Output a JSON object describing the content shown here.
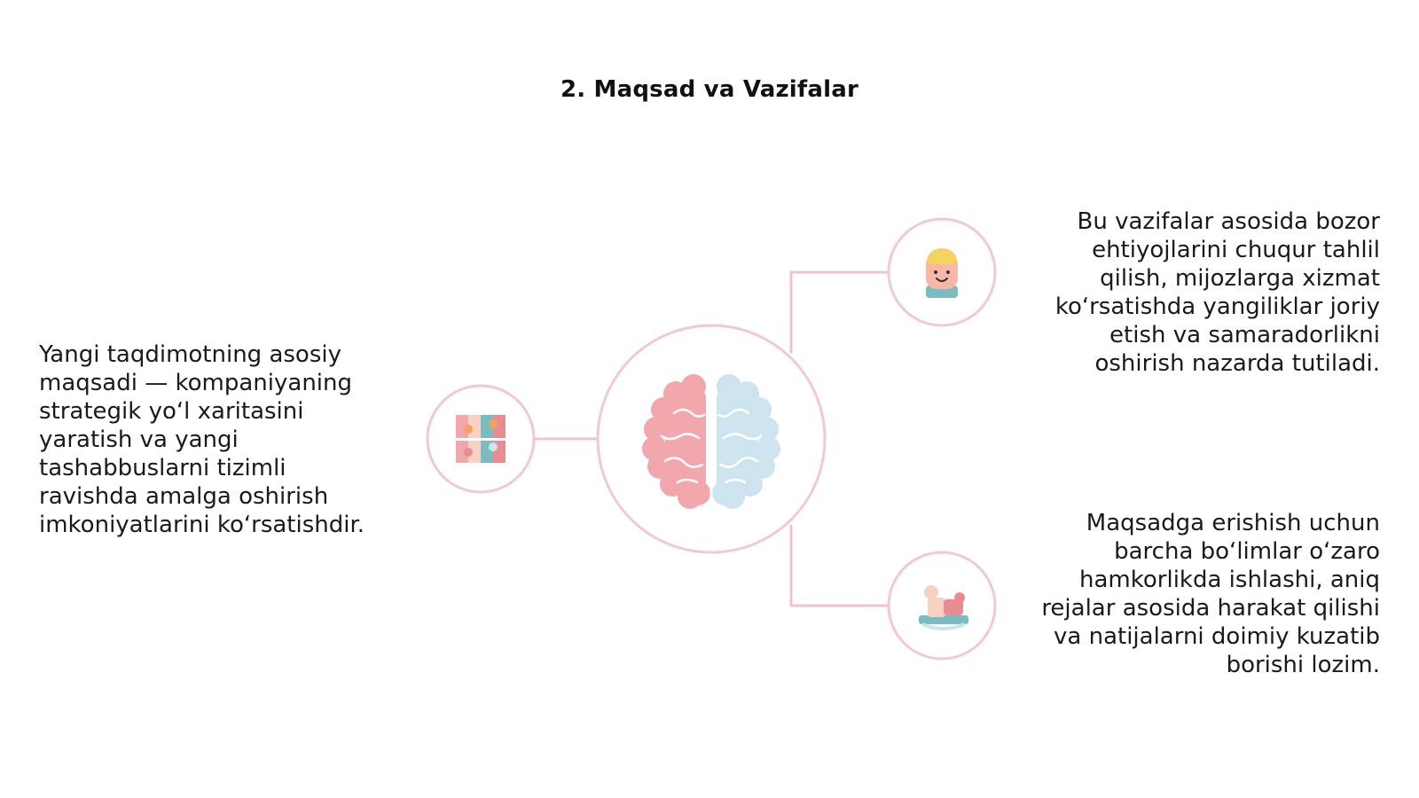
{
  "slide": {
    "title": "2. Maqsad va Vazifalar"
  },
  "diagram": {
    "center": {
      "icon": "brain-icon"
    },
    "nodes": [
      {
        "id": "left",
        "icon": "puzzle-icon"
      },
      {
        "id": "top-right",
        "icon": "person-avatar-icon"
      },
      {
        "id": "bottom-right",
        "icon": "toy-horse-icon"
      }
    ],
    "colors": {
      "ring": "#f2c9cc",
      "connector": "#f0c4c7",
      "pink": "#f1a7ac",
      "blue": "#cde4ee",
      "teal": "#7bbcc1"
    }
  },
  "texts": {
    "left": "Yangi taqdimotning asosiy\nmaqsadi — kompaniyaning\nstrategik yo‘l xaritasini\nyaratish va yangi\ntashabbuslarni tizimli\nravishda amalga oshirish\nimkoniyatlarini ko‘rsatishdir.",
    "top_right": "Bu vazifalar asosida bozor\nehtiyojlarini chuqur tahlil\nqilish, mijozlarga xizmat\nko‘rsatishda yangiliklar joriy\netish va samaradorlikni\noshirish nazarda tutiladi.",
    "bottom_right": "Maqsadga erishish uchun\nbarcha bo‘limlar o‘zaro\nhamkorlikda ishlashi, aniq\nrejalar asosida harakat qilishi\nva natijalarni doimiy kuzatib\nborishi lozim."
  }
}
